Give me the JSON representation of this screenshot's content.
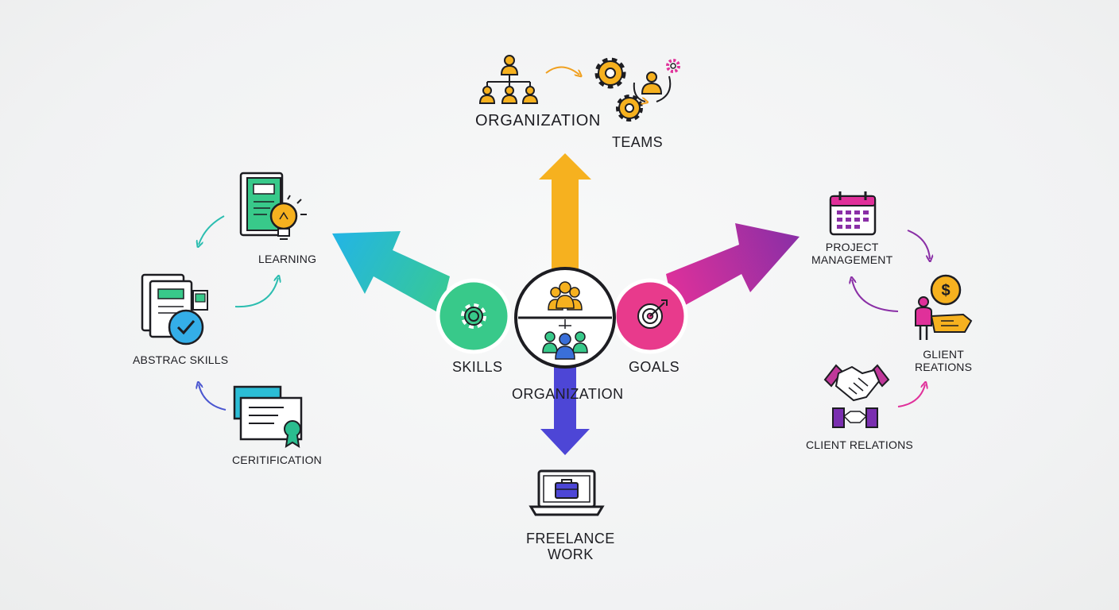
{
  "labels": {
    "org_top": "ORGANIZATION",
    "teams": "TEAMS",
    "learning": "LEARNING",
    "abstract_skills": "ABSTRAC SKILLS",
    "certification": "CERITIFICATION",
    "skills": "SKILLS",
    "organization_center": "ORGANIZATION",
    "goals": "GOALS",
    "freelance": [
      "FREELANCE",
      "WORK"
    ],
    "project_management": [
      "PROJECT",
      "MANAGEMENT"
    ],
    "glient_relations": [
      "GLIENT",
      "REATIONS"
    ],
    "client_relations": "CLIENT RELATIONS"
  },
  "colors": {
    "up_arrow": "#f6b11f",
    "left_arrow_start": "#37c995",
    "left_arrow_end": "#23b5e4",
    "right_arrow_start": "#e0309a",
    "right_arrow_end": "#8a2fa6",
    "down_arrow": "#4d46d6",
    "skills_circle": "#38c98a",
    "goals_circle": "#e83a8c",
    "center_circle": "#ffffff",
    "outline": "#1d1d22"
  },
  "icons": [
    "org-chart-icon",
    "gears-team-icon",
    "book-lightbulb-icon",
    "documents-check-icon",
    "certificate-icon",
    "gear-icon",
    "people-hierarchy-icon",
    "target-icon",
    "laptop-briefcase-icon",
    "calendar-icon",
    "dollar-person-icon",
    "handshake-icon"
  ]
}
